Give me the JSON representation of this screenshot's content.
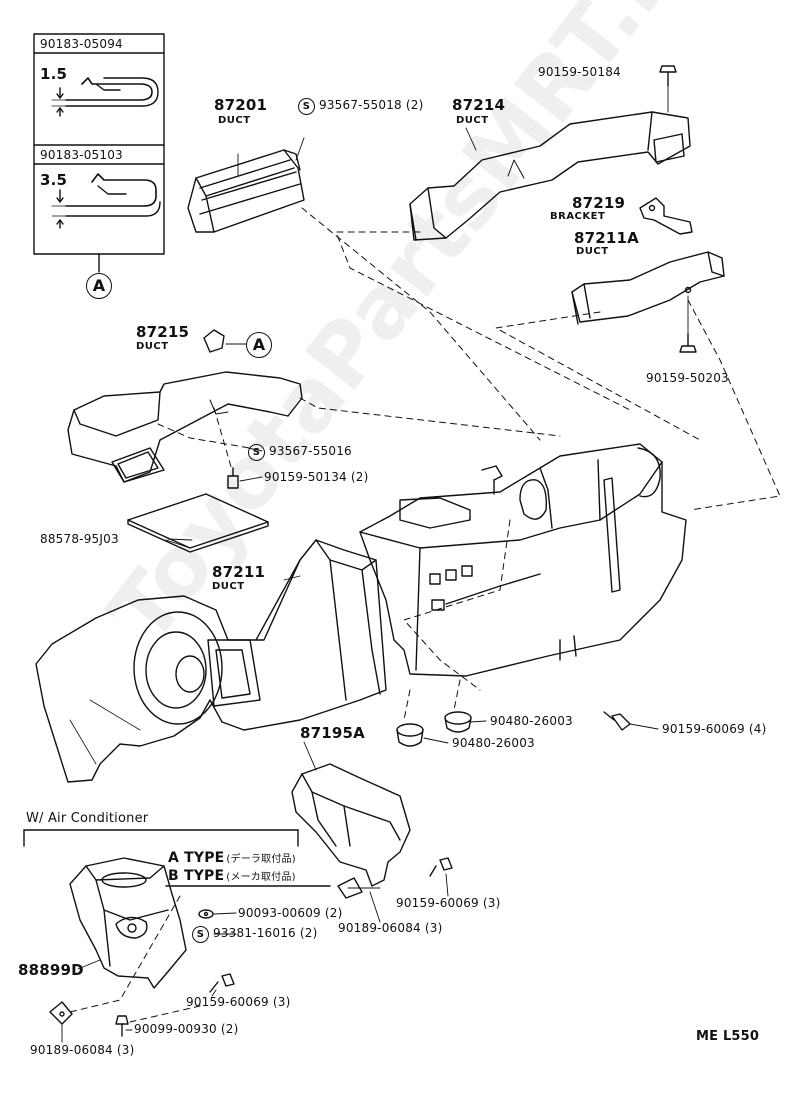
{
  "inset": {
    "clip1_part": "90183-05094",
    "clip1_dim": "1.5",
    "clip2_part": "90183-05103",
    "clip2_dim": "3.5",
    "ref": "A"
  },
  "parts": {
    "p87201": "87201",
    "p87201_desc": "DUCT",
    "p93567_55018": "93567-55018 (2)",
    "p87214": "87214",
    "p87214_desc": "DUCT",
    "p90159_50184": "90159-50184",
    "p87219": "87219",
    "p87219_desc": "BRACKET",
    "p87211A": "87211A",
    "p87211A_desc": "DUCT",
    "p90159_50203": "90159-50203",
    "p87215": "87215",
    "p87215_desc": "DUCT",
    "ref_a": "A",
    "p93567_55016": "93567-55016",
    "p90159_50134": "90159-50134 (2)",
    "p88578": "88578-95J03",
    "p87211": "87211",
    "p87211_desc": "DUCT",
    "p90480_a": "90480-26003",
    "p90480_b": "90480-26003",
    "p90159_60069_4": "90159-60069 (4)",
    "p87195A": "87195A",
    "p90159_60069_3a": "90159-60069 (3)",
    "p90189_06084_3a": "90189-06084 (3)",
    "s_mark": "S"
  },
  "ac_section": {
    "title": "W/ Air Conditioner",
    "type_a": "A  TYPE",
    "type_a_note": "(デーラ取付品)",
    "type_b": "B  TYPE",
    "type_b_note": "(メーカ取付品)",
    "p90093": "90093-00609 (2)",
    "p93381": "93381-16016 (2)",
    "p88899D": "88899D",
    "p90159_60069_3b": "90159-60069 (3)",
    "p90099": "90099-00930 (2)",
    "p90189_06084_3b": "90189-06084 (3)"
  },
  "footer": {
    "code": "ME  L550"
  },
  "watermark": "ToyotaPartsMRT.ru"
}
